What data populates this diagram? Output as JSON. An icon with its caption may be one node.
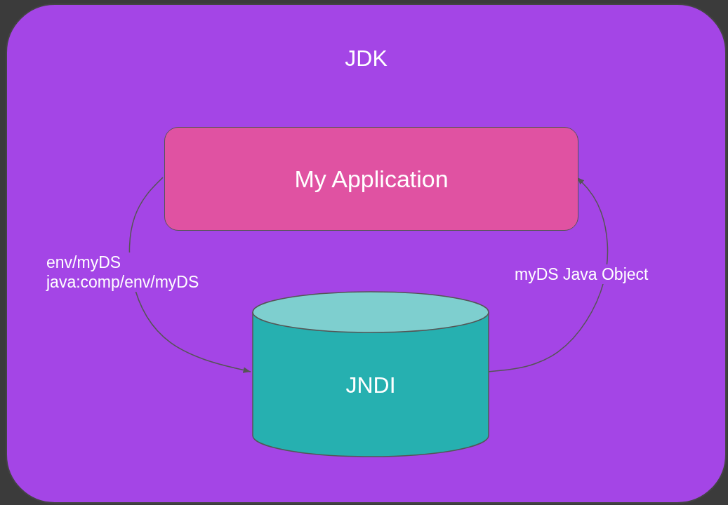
{
  "diagram": {
    "nodes": [
      {
        "text": [
          "JDK"
        ]
      },
      {
        "text": [
          "My Application"
        ],
        "in": 0
      },
      {
        "text": [
          "JNDI"
        ],
        "in": 0
      }
    ],
    "edges": [
      {
        "from": 1,
        "to": 2,
        "arrow": "to",
        "label": "env/myDS java:comp/env/myDS"
      },
      {
        "from": 2,
        "to": 1,
        "arrow": "to",
        "label": "myDS Java Object"
      }
    ]
  }
}
